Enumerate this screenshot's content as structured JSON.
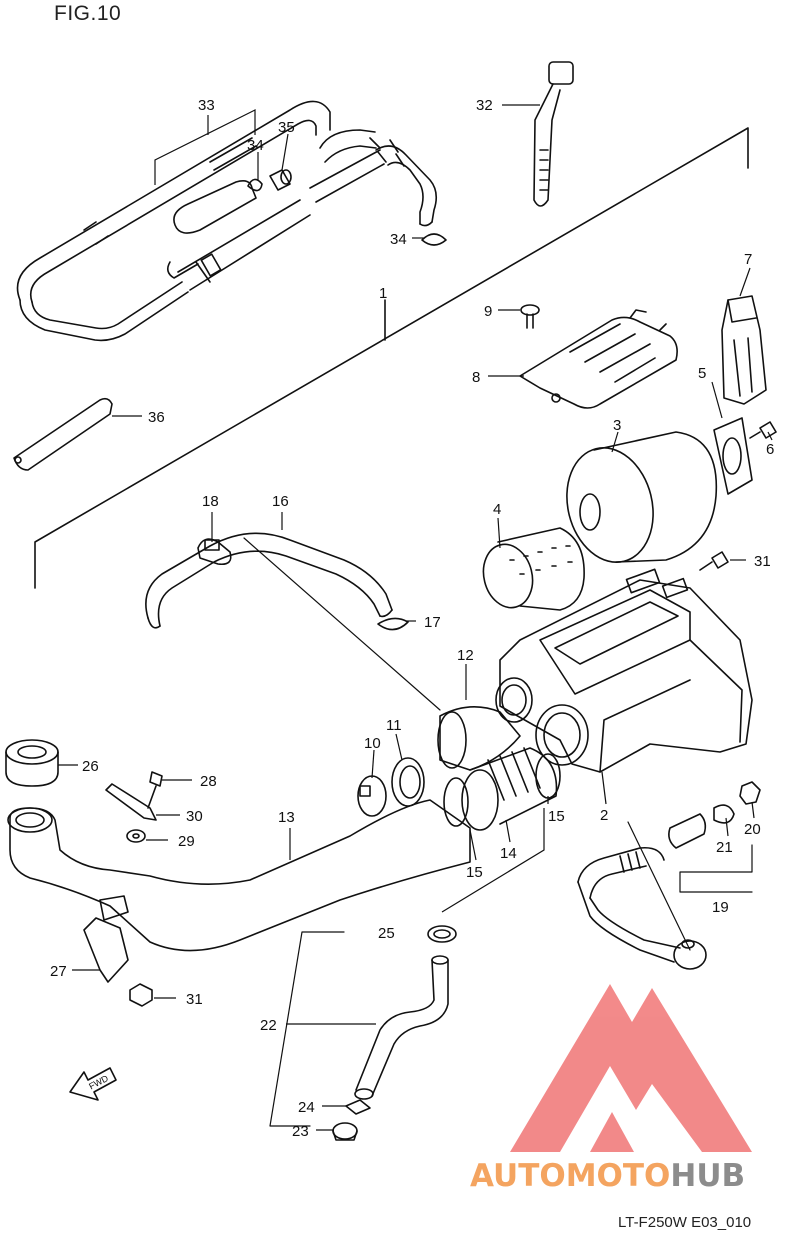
{
  "figure": {
    "title": "FIG.10",
    "drawing_code": "LT-F250W E03_010"
  },
  "watermark": {
    "part1": "AUTOMOTO",
    "part2": "HUB",
    "color_red": "#f07070",
    "color_orange": "#f4a460",
    "color_gray": "#8c8c8c"
  },
  "fwd_label": "FWD",
  "callouts": [
    {
      "id": "33",
      "text": "33"
    },
    {
      "id": "34a",
      "text": "34"
    },
    {
      "id": "35",
      "text": "35"
    },
    {
      "id": "32",
      "text": "32"
    },
    {
      "id": "34b",
      "text": "34"
    },
    {
      "id": "1",
      "text": "1"
    },
    {
      "id": "7",
      "text": "7"
    },
    {
      "id": "9",
      "text": "9"
    },
    {
      "id": "8",
      "text": "8"
    },
    {
      "id": "5",
      "text": "5"
    },
    {
      "id": "36",
      "text": "36"
    },
    {
      "id": "6",
      "text": "6"
    },
    {
      "id": "3",
      "text": "3"
    },
    {
      "id": "18",
      "text": "18"
    },
    {
      "id": "16",
      "text": "16"
    },
    {
      "id": "4",
      "text": "4"
    },
    {
      "id": "31a",
      "text": "31"
    },
    {
      "id": "17",
      "text": "17"
    },
    {
      "id": "12",
      "text": "12"
    },
    {
      "id": "11",
      "text": "11"
    },
    {
      "id": "10",
      "text": "10"
    },
    {
      "id": "26",
      "text": "26"
    },
    {
      "id": "28",
      "text": "28"
    },
    {
      "id": "2",
      "text": "2"
    },
    {
      "id": "30",
      "text": "30"
    },
    {
      "id": "15a",
      "text": "15"
    },
    {
      "id": "20",
      "text": "20"
    },
    {
      "id": "13",
      "text": "13"
    },
    {
      "id": "29",
      "text": "29"
    },
    {
      "id": "14",
      "text": "14"
    },
    {
      "id": "21",
      "text": "21"
    },
    {
      "id": "15b",
      "text": "15"
    },
    {
      "id": "19",
      "text": "19"
    },
    {
      "id": "25",
      "text": "25"
    },
    {
      "id": "27",
      "text": "27"
    },
    {
      "id": "31b",
      "text": "31"
    },
    {
      "id": "22",
      "text": "22"
    },
    {
      "id": "24",
      "text": "24"
    },
    {
      "id": "23",
      "text": "23"
    }
  ]
}
